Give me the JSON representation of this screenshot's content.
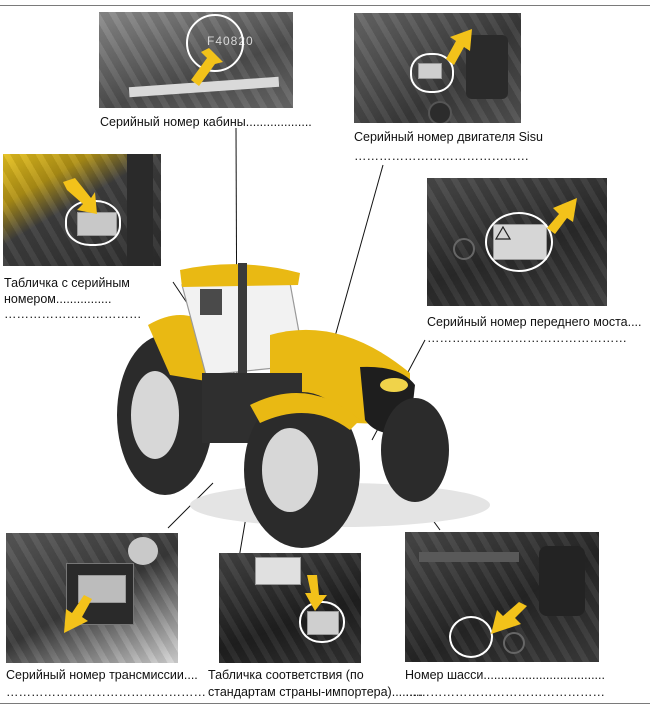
{
  "captions": {
    "cab": "Серийный номер кабины...................",
    "engine_line1": "Серийный номер двигателя Sisu",
    "engine_line2": "……………………………………",
    "plate_line1": "Табличка с серийным",
    "plate_line2": "номером................",
    "plate_line3": "……………………………",
    "front_axle_line1": "Серийный номер переднего моста....",
    "front_axle_line2": "…………………………………………",
    "transmission_line1": "Серийный номер трансмиссии....",
    "transmission_line2": "…………………………………………",
    "conformity_line1": "Табличка соответствия (по",
    "conformity_line2": "стандартам страны-импортера).........",
    "chassis_line1": "Номер шасси...................................",
    "chassis_line2": "…………………………………………"
  },
  "photo_texts": {
    "cab_stamp": "F40820"
  },
  "colors": {
    "tractor_yellow": "#e9b913",
    "arrow_yellow": "#f3c21a",
    "tire": "#2b2b2b"
  }
}
